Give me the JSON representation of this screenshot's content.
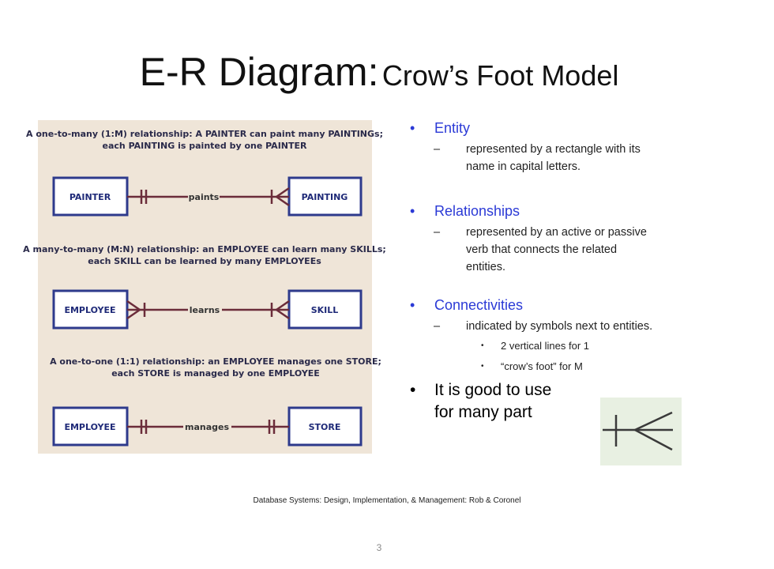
{
  "slide": {
    "title_main": "E-R Diagram:",
    "title_sub": "Crow’s Foot Model",
    "page_number": "3",
    "citation": "Database Systems: Design, Implementation, & Management: Rob & Coronel"
  },
  "figure": {
    "one_to_many": {
      "caption_line1": "A one-to-many (1:M) relationship: A PAINTER can paint many PAINTINGs;",
      "caption_line2": "each PAINTING is painted by one PAINTER",
      "left_entity": "PAINTER",
      "relationship": "paints",
      "right_entity": "PAINTING"
    },
    "many_to_many": {
      "caption_line1": "A many-to-many (M:N) relationship: an EMPLOYEE can learn many SKILLs;",
      "caption_line2": "each SKILL can be learned by many EMPLOYEEs",
      "left_entity": "EMPLOYEE",
      "relationship": "learns",
      "right_entity": "SKILL"
    },
    "one_to_one": {
      "caption_line1": "A one-to-one (1:1) relationship: an EMPLOYEE manages one STORE;",
      "caption_line2": "each STORE is managed by one EMPLOYEE",
      "left_entity": "EMPLOYEE",
      "relationship": "manages",
      "right_entity": "STORE"
    }
  },
  "bullets": {
    "entity": {
      "title": "Entity",
      "detail_line1": "represented by a rectangle with its",
      "detail_line2": "name in capital letters."
    },
    "relationships": {
      "title": "Relationships",
      "detail_line1": "represented by an active or passive",
      "detail_line2": "verb that connects the related",
      "detail_line3": "entities."
    },
    "connectivities": {
      "title": "Connectivities",
      "detail": "indicated by symbols next to entities.",
      "sub1": "2 vertical lines for 1",
      "sub2": "“crow’s foot” for M"
    },
    "good_use": {
      "line1": "It is good to use",
      "line2": "for many part"
    }
  },
  "colors": {
    "bullet_heading": "#2b3ad6",
    "figure_background": "#efe5d8",
    "entity_border": "#2e3a8c",
    "relationship_line": "#6b2c3a",
    "symbol_box": "#e8f0e2"
  }
}
